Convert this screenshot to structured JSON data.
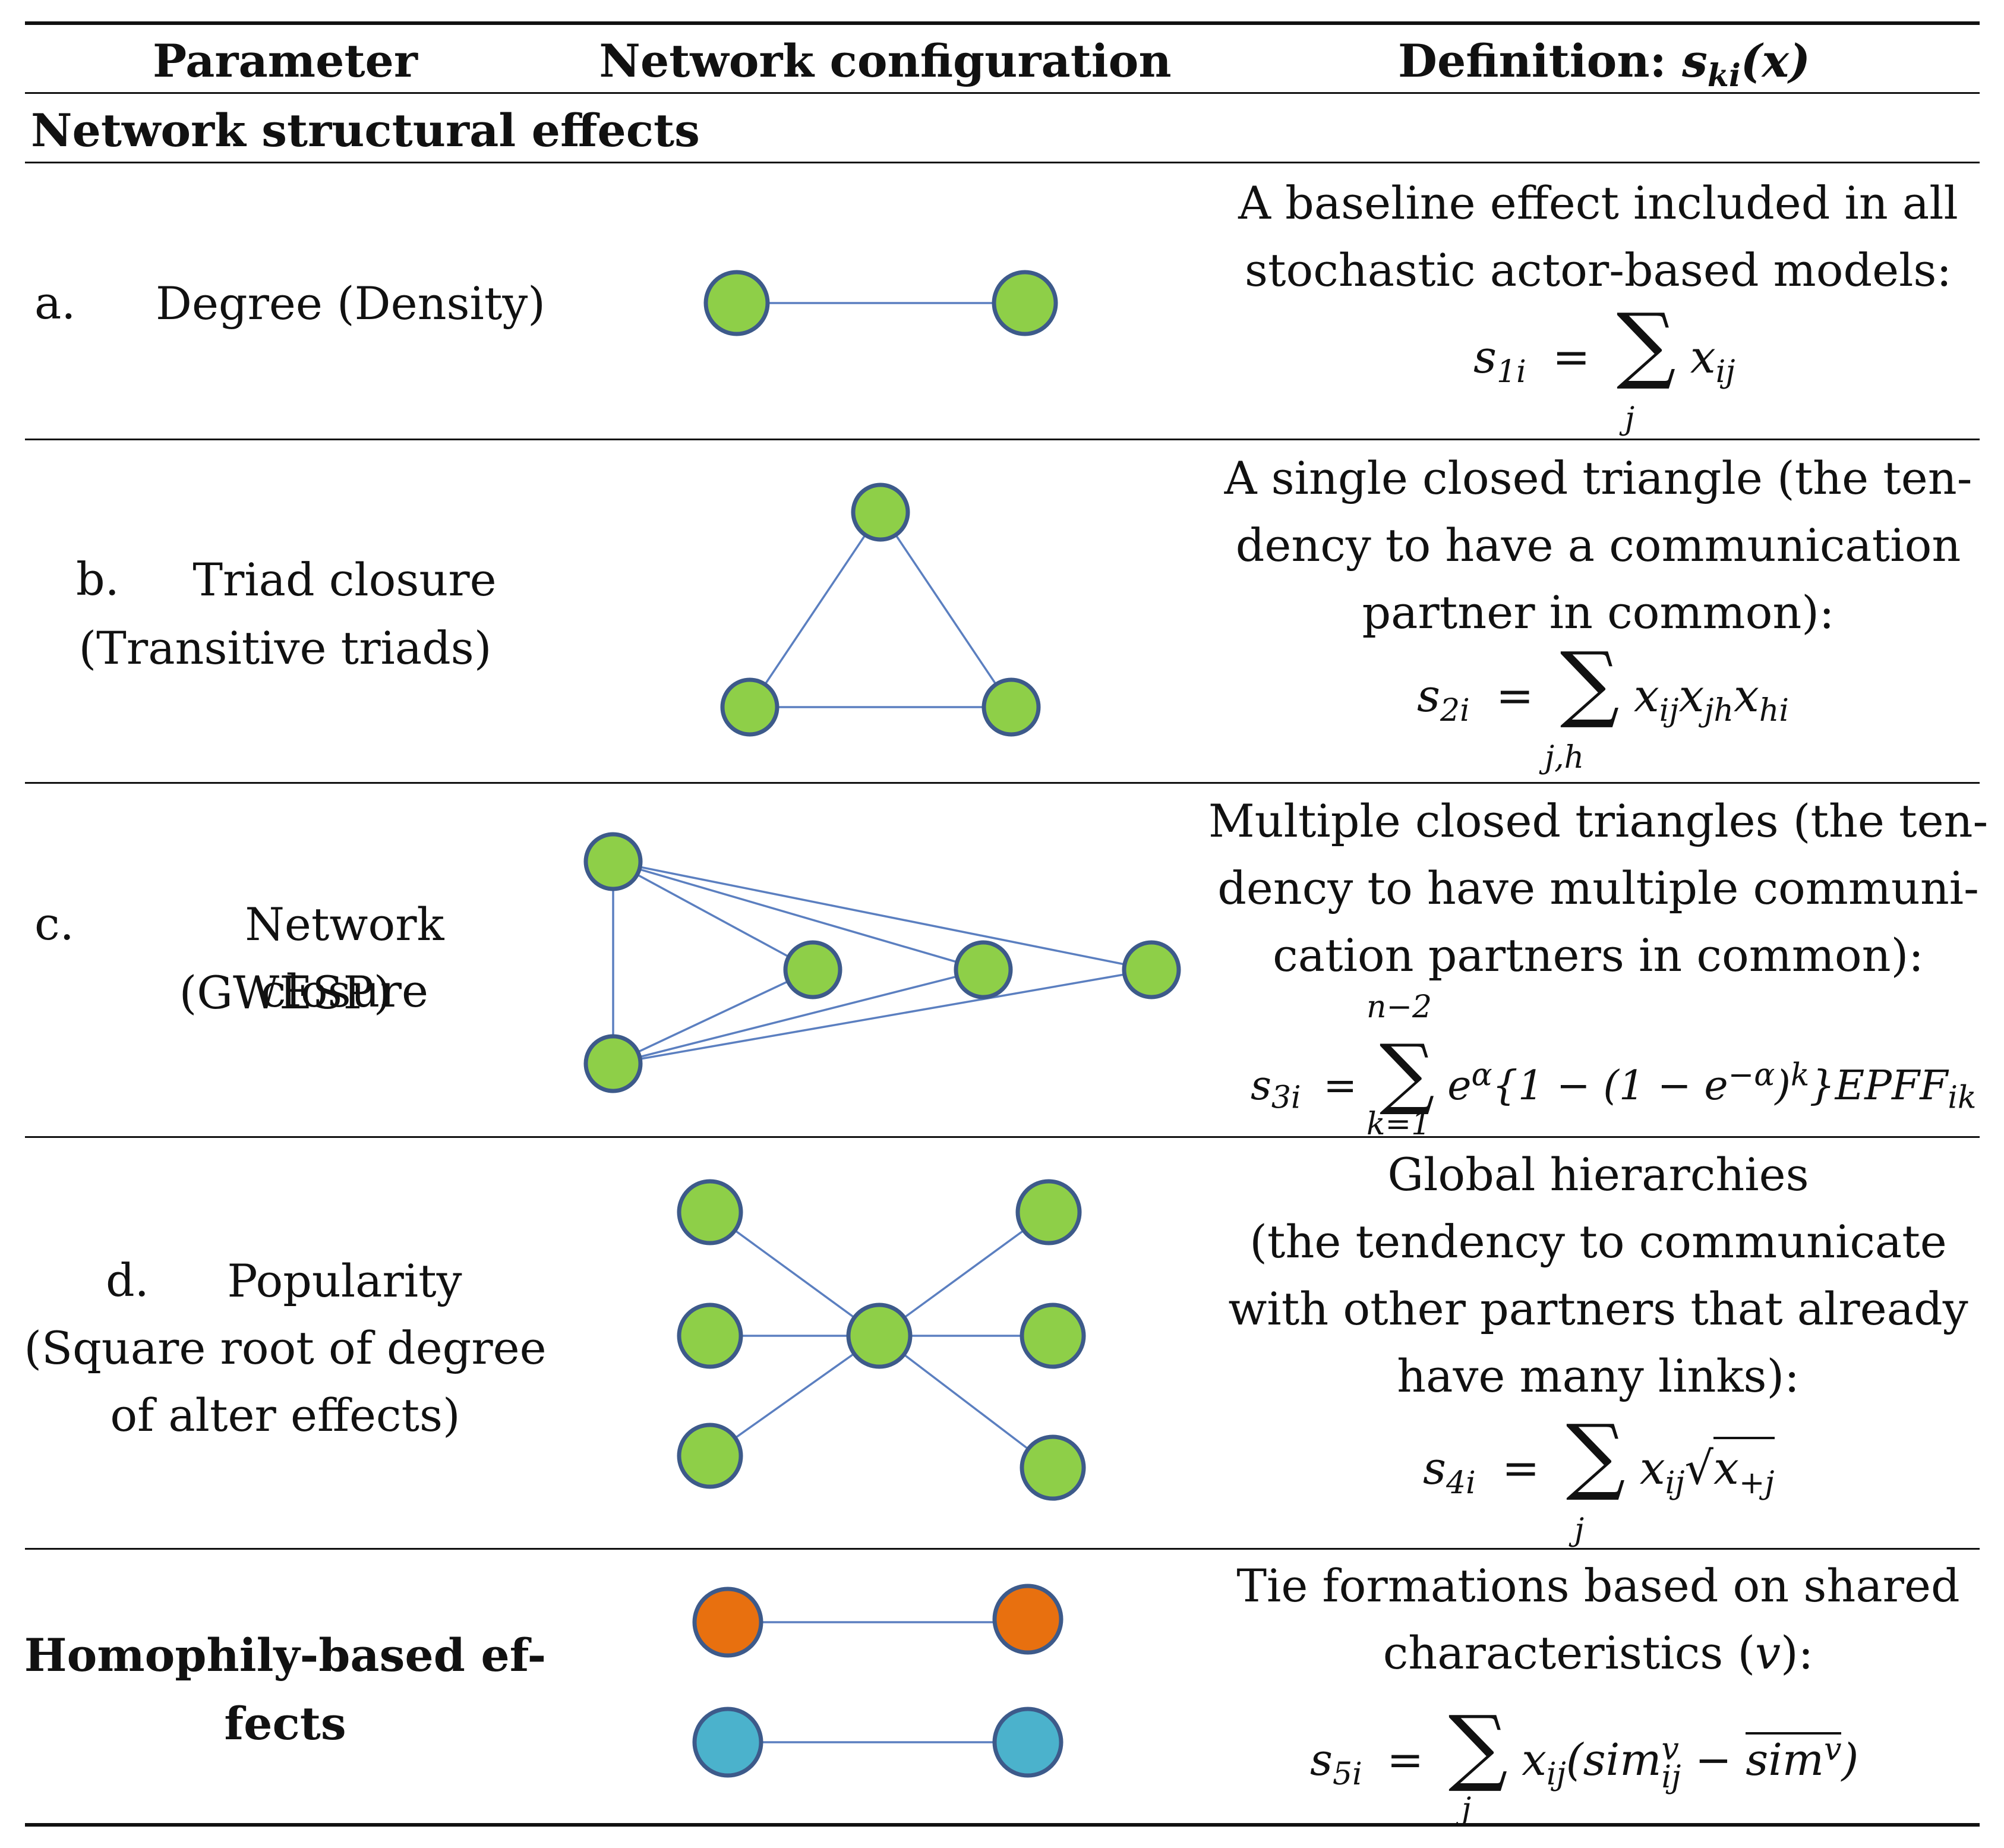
{
  "header": {
    "col1": "Parameter",
    "col2": "Network configuration",
    "col3": "Definition: ",
    "col3_math": "s",
    "col3_sub": "ki",
    "col3_arg": "(x)"
  },
  "section": "Network structural effects",
  "rows": [
    {
      "letter": "a.",
      "name_line1": "Degree (Density)",
      "def_lines": [
        "A baseline effect included in all",
        "stochastic actor-based models:"
      ],
      "formula": {
        "lhs": "s",
        "lhs_sub": "1i",
        "eq": "=",
        "sum": "∑",
        "lower": "j",
        "upper": "",
        "body": "x",
        "body_sub": "ij",
        "rest": ""
      }
    },
    {
      "letter": "b.",
      "name_line1": "Triad closure",
      "name_line2": "(Transitive triads)",
      "def_lines": [
        "A single closed triangle (the ten-",
        "dency to have a communication",
        "partner in common):"
      ],
      "formula": {
        "lhs": "s",
        "lhs_sub": "2i",
        "eq": "=",
        "sum": "∑",
        "lower": "j,h",
        "upper": "",
        "body": "x",
        "body_sub": "ij",
        "rest": "x",
        "rest_sub": "jh",
        "rest2": "x",
        "rest2_sub": "hi"
      }
    },
    {
      "letter": "c.",
      "name_line1": "Network closure",
      "name_line2": "(GWESP)",
      "def_lines": [
        "Multiple closed triangles (the ten-",
        "dency to have multiple communi-",
        "cation partners in common):"
      ],
      "formula": {
        "lhs": "s",
        "lhs_sub": "3i",
        "eq": "=",
        "sum": "∑",
        "lower": "k=1",
        "upper": "n−2",
        "body": "e",
        "body_sup": "α",
        "rest": "{1 − (1 − e",
        "rest_sup": "−α",
        "rest2": ")",
        "rest2_sup": "k",
        "rest3": "}EPFF",
        "rest3_sub": "ik"
      }
    },
    {
      "letter": "d.",
      "name_line1": "Popularity",
      "name_line2": "(Square root of degree",
      "name_line3": "of alter effects)",
      "def_lines": [
        "Global hierarchies",
        "(the tendency to communicate",
        "with other partners that already",
        "have many links):"
      ],
      "formula": {
        "lhs": "s",
        "lhs_sub": "4i",
        "eq": "=",
        "sum": "∑",
        "lower": "j",
        "upper": "",
        "body": "x",
        "body_sub": "ij",
        "sqrt": "√",
        "rest": "x",
        "rest_sub": "+j"
      }
    },
    {
      "name_line1": "Homophily-based ef-",
      "name_line2": "fects",
      "def_lines": [
        "Tie formations based on shared",
        "characteristics ("
      ],
      "def_var": "v",
      "def_tail": "):",
      "formula": {
        "lhs": "s",
        "lhs_sub": "5i",
        "eq": "=",
        "sum": "∑",
        "lower": "j",
        "upper": "",
        "body": "x",
        "body_sub": "ij",
        "rest": "(sim",
        "rest_sup": "v",
        "rest_sub": "ij",
        "minus": " − ",
        "bar": "sim",
        "bar_sup": "v",
        "close": ")"
      }
    }
  ],
  "colors": {
    "green": "#8ecf48",
    "orange": "#e8700f",
    "cyan": "#4bb2cc",
    "edge": "#5b7fc0",
    "outline": "#3d5a8a"
  }
}
